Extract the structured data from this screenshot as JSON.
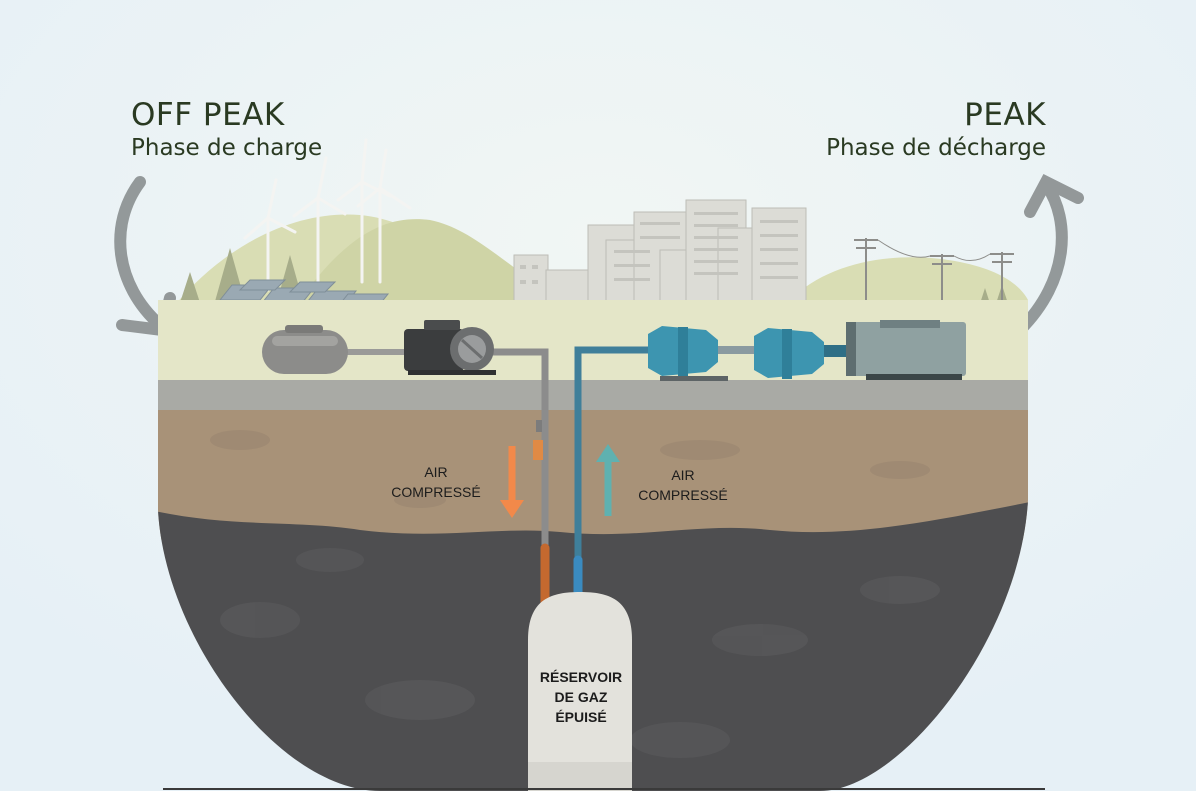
{
  "off_peak": {
    "title": "OFF PEAK",
    "subtitle": "Phase de charge"
  },
  "peak": {
    "title": "PEAK",
    "subtitle": "Phase de décharge"
  },
  "labels": {
    "air_left_line1": "AIR",
    "air_left_line2": "COMPRESSÉ",
    "air_right_line1": "AIR",
    "air_right_line2": "COMPRESSÉ",
    "reservoir_line1": "RÉSERVOIR",
    "reservoir_line2": "DE GAZ",
    "reservoir_line3": "ÉPUISÉ"
  },
  "colors": {
    "background": "#e9f2f7",
    "surface": "#e4e6c8",
    "road": "#a9aaa5",
    "soil": "#a89278",
    "rock": "#4e4e50",
    "charge_arrow": "#f2894a",
    "discharge_arrow": "#5fb1b0",
    "charge_pipe": "#8c8c8c",
    "discharge_pipe": "#3f7f9a",
    "turbine": "#3d95b0",
    "curved_arrow": "#8a8f90"
  },
  "icons": [
    "wind-turbine-icon",
    "solar-panel-icon",
    "pine-tree-icon",
    "storage-tank-icon",
    "compressor-icon",
    "expander-turbine-icon",
    "generator-icon",
    "power-pylon-icon",
    "city-buildings-icon"
  ]
}
